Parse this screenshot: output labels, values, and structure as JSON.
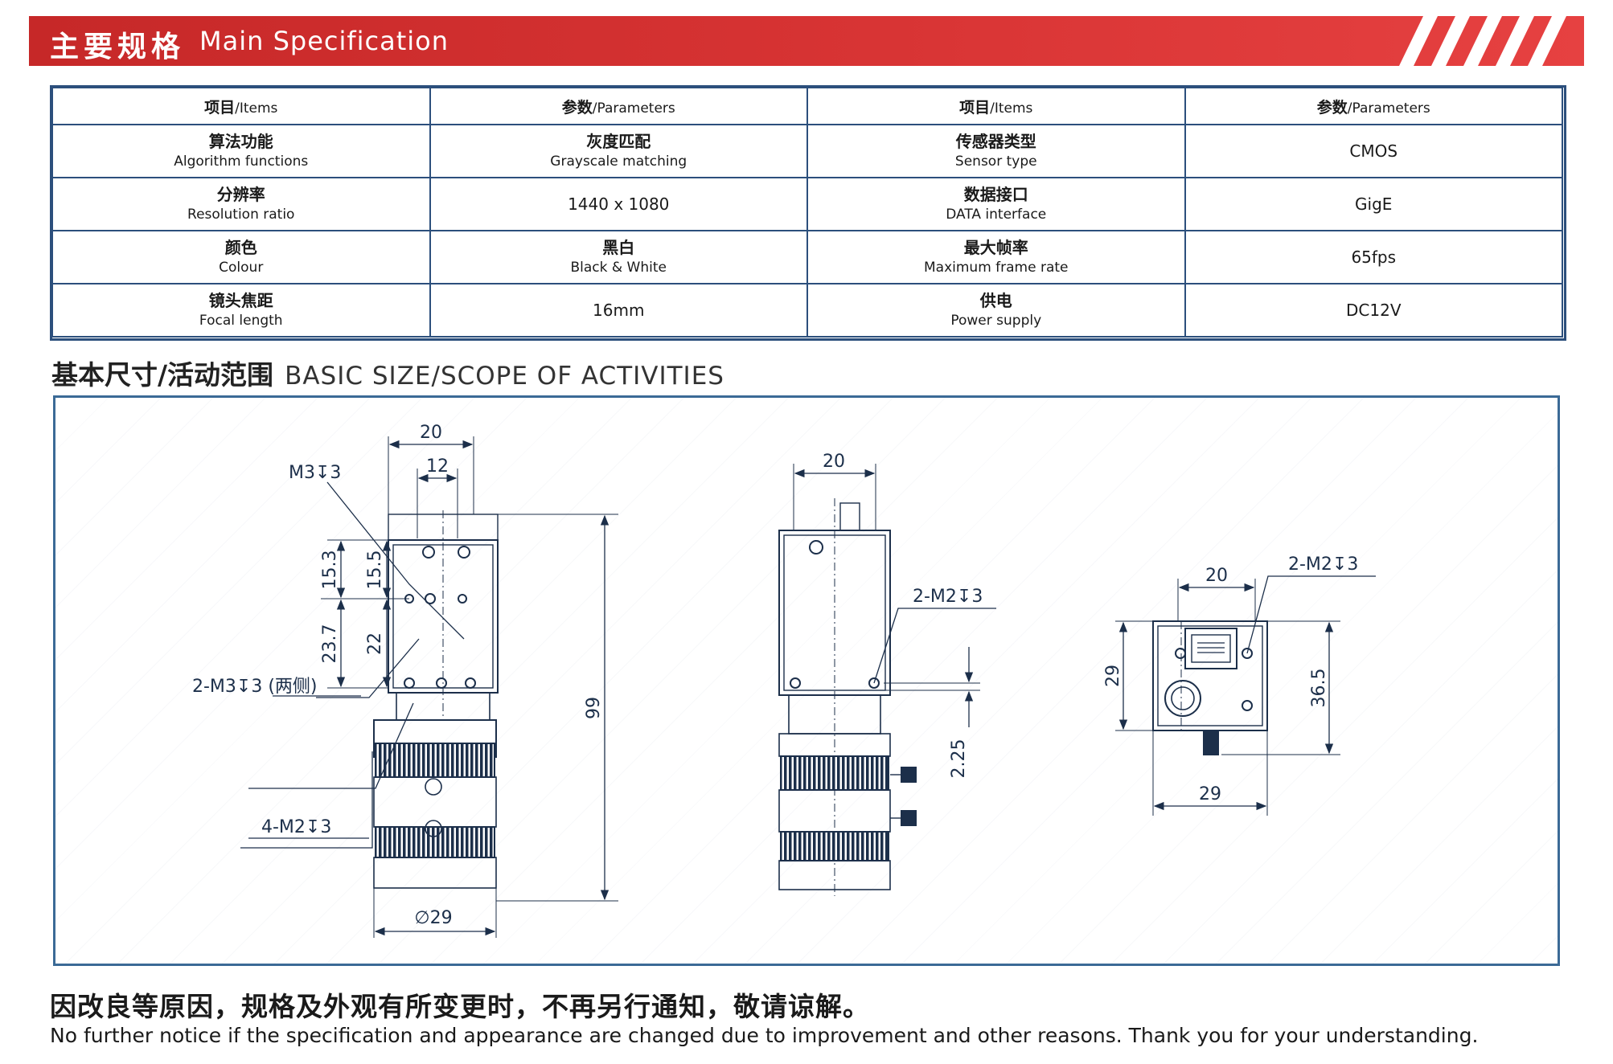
{
  "header": {
    "title_cn": "主要规格",
    "title_en": "Main Specification"
  },
  "spec_table": {
    "headers": [
      {
        "cn": "项目",
        "en": "/Items"
      },
      {
        "cn": "参数",
        "en": "/Parameters"
      },
      {
        "cn": "项目",
        "en": "/Items"
      },
      {
        "cn": "参数",
        "en": "/Parameters"
      }
    ],
    "rows": [
      {
        "item1_cn": "算法功能",
        "item1_en": "Algorithm functions",
        "value1_cn": "灰度匹配",
        "value1_en": "Grayscale matching",
        "item2_cn": "传感器类型",
        "item2_en": "Sensor type",
        "value2": "CMOS"
      },
      {
        "item1_cn": "分辨率",
        "item1_en": "Resolution ratio",
        "value1": "1440 x 1080",
        "item2_cn": "数据接口",
        "item2_en": "DATA interface",
        "value2": "GigE"
      },
      {
        "item1_cn": "颜色",
        "item1_en": "Colour",
        "value1_cn": "黑白",
        "value1_en": "Black & White",
        "item2_cn": "最大帧率",
        "item2_en": "Maximum frame rate",
        "value2": "65fps"
      },
      {
        "item1_cn": "镜头焦距",
        "item1_en": "Focal length",
        "value1": "16mm",
        "item2_cn": "供电",
        "item2_en": "Power supply",
        "value2": "DC12V"
      }
    ]
  },
  "drawing_section": {
    "title_cn": "基本尺寸/活动范围",
    "title_en": "BASIC SIZE/SCOPE OF ACTIVITIES",
    "front_view": {
      "dim_top_outer": "20",
      "dim_top_inner": "12",
      "label_m3": "M3↧3",
      "dim_left_a": "15.3",
      "dim_left_b": "15.5",
      "dim_left_c": "23.7",
      "dim_left_d": "22",
      "dim_height": "99",
      "label_2m3": "2-M3↧3 (两侧)",
      "label_4m2": "4-M2↧3",
      "dim_diameter": "∅29"
    },
    "side_view": {
      "dim_top": "20",
      "label_2m2": "2-M2↧3",
      "dim_offset": "2.25"
    },
    "rear_view": {
      "dim_top": "20",
      "label_2m2": "2-M2↧3",
      "dim_left": "29",
      "dim_right": "36.5",
      "dim_bottom": "29"
    },
    "line_color": "#1c2f4a"
  },
  "footer": {
    "note_cn": "因改良等原因，规格及外观有所变更时，不再另行通知，敬请谅解。",
    "note_en": "No further notice if the specification and appearance are changed due to improvement and other reasons. Thank you for your understanding."
  },
  "colors": {
    "banner_red": "#d83434",
    "table_border": "#2c4f7c",
    "panel_border": "#3b6a96"
  }
}
